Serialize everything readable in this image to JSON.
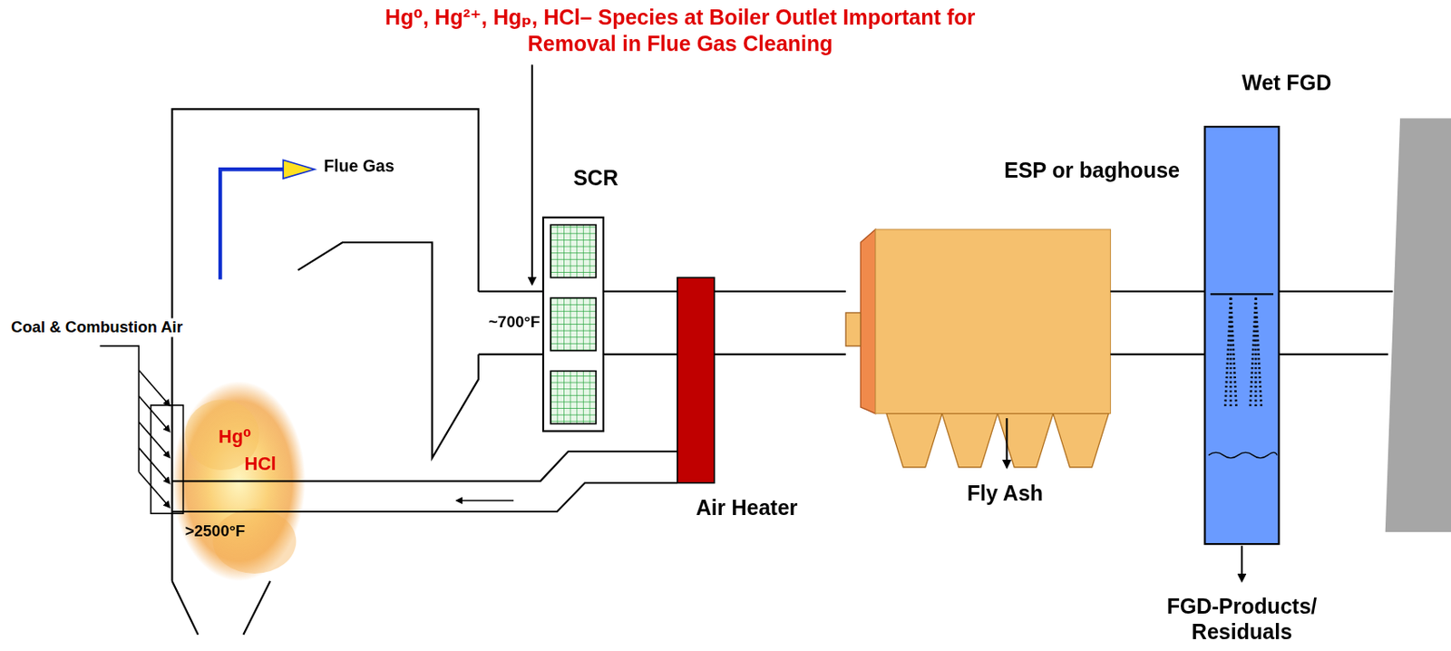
{
  "diagram": {
    "nodes": [
      {
        "text": [
          "SCR"
        ]
      },
      {
        "text": [
          "Air Heater"
        ]
      },
      {
        "text": [
          "ESP or baghouse"
        ]
      },
      {
        "text": [
          "Wet FGD"
        ]
      }
    ],
    "edges": [
      {
        "from": 0,
        "to": 1,
        "arrow": "none"
      },
      {
        "from": 1,
        "to": 2,
        "arrow": "none"
      },
      {
        "from": 2,
        "to": 3,
        "arrow": "none"
      }
    ],
    "labels": [
      "Hg⁰, Hg²⁺, Hgₚ, HCl– Species at Boiler Outlet Important for Removal in Flue Gas Cleaning",
      "Flue Gas",
      "Coal & Combustion Air",
      "Hg⁰",
      "HCl",
      ">2500°F",
      "~700°F",
      "Fly Ash",
      "FGD-Products/ Residuals"
    ]
  }
}
